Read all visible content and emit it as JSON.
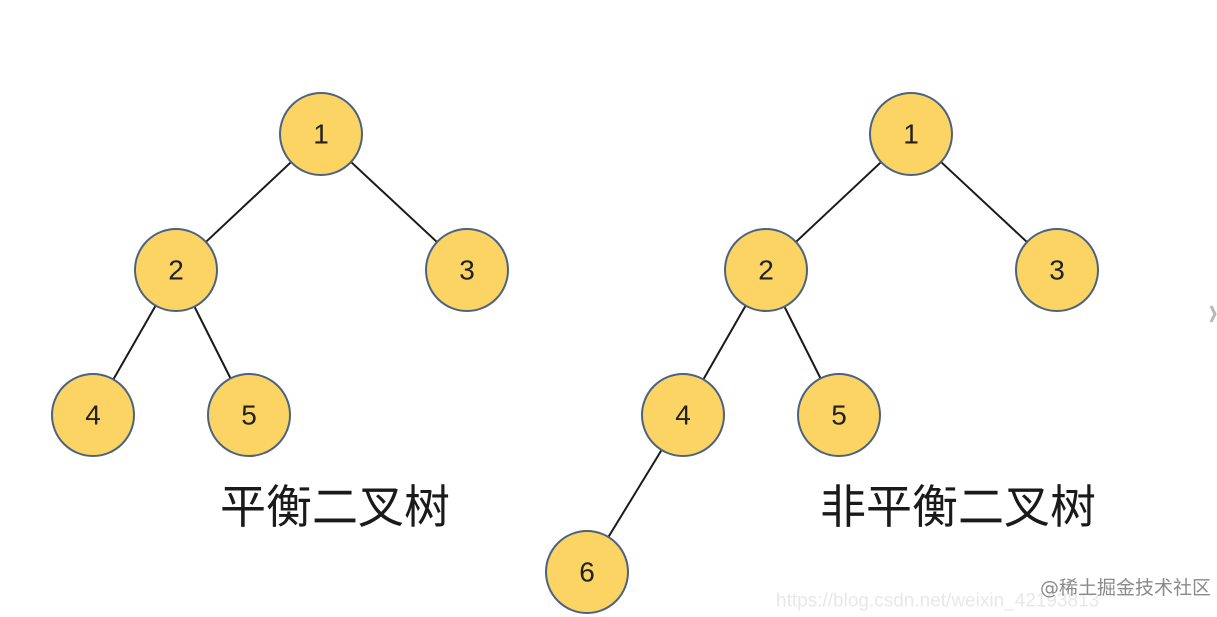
{
  "diagrams": [
    {
      "caption": "平衡二叉树",
      "nodes": [
        {
          "id": "a1",
          "label": "1"
        },
        {
          "id": "a2",
          "label": "2"
        },
        {
          "id": "a3",
          "label": "3"
        },
        {
          "id": "a4",
          "label": "4"
        },
        {
          "id": "a5",
          "label": "5"
        }
      ],
      "edges": [
        {
          "from": "a1",
          "to": "a2"
        },
        {
          "from": "a1",
          "to": "a3"
        },
        {
          "from": "a2",
          "to": "a4"
        },
        {
          "from": "a2",
          "to": "a5"
        }
      ]
    },
    {
      "caption": "非平衡二叉树",
      "nodes": [
        {
          "id": "b1",
          "label": "1"
        },
        {
          "id": "b2",
          "label": "2"
        },
        {
          "id": "b3",
          "label": "3"
        },
        {
          "id": "b4",
          "label": "4"
        },
        {
          "id": "b5",
          "label": "5"
        },
        {
          "id": "b6",
          "label": "6"
        }
      ],
      "edges": [
        {
          "from": "b1",
          "to": "b2"
        },
        {
          "from": "b1",
          "to": "b3"
        },
        {
          "from": "b2",
          "to": "b4"
        },
        {
          "from": "b2",
          "to": "b5"
        },
        {
          "from": "b4",
          "to": "b6"
        }
      ]
    }
  ],
  "watermark": {
    "url": "https://blog.csdn.net/weixin_42193813",
    "brand": "@稀土掘金技术社区"
  },
  "colors": {
    "node_fill": "#fbd463",
    "node_stroke": "#4d6280",
    "edge": "#1a1a1a"
  },
  "icons": {
    "side_arrow": "chevron-right-icon"
  }
}
